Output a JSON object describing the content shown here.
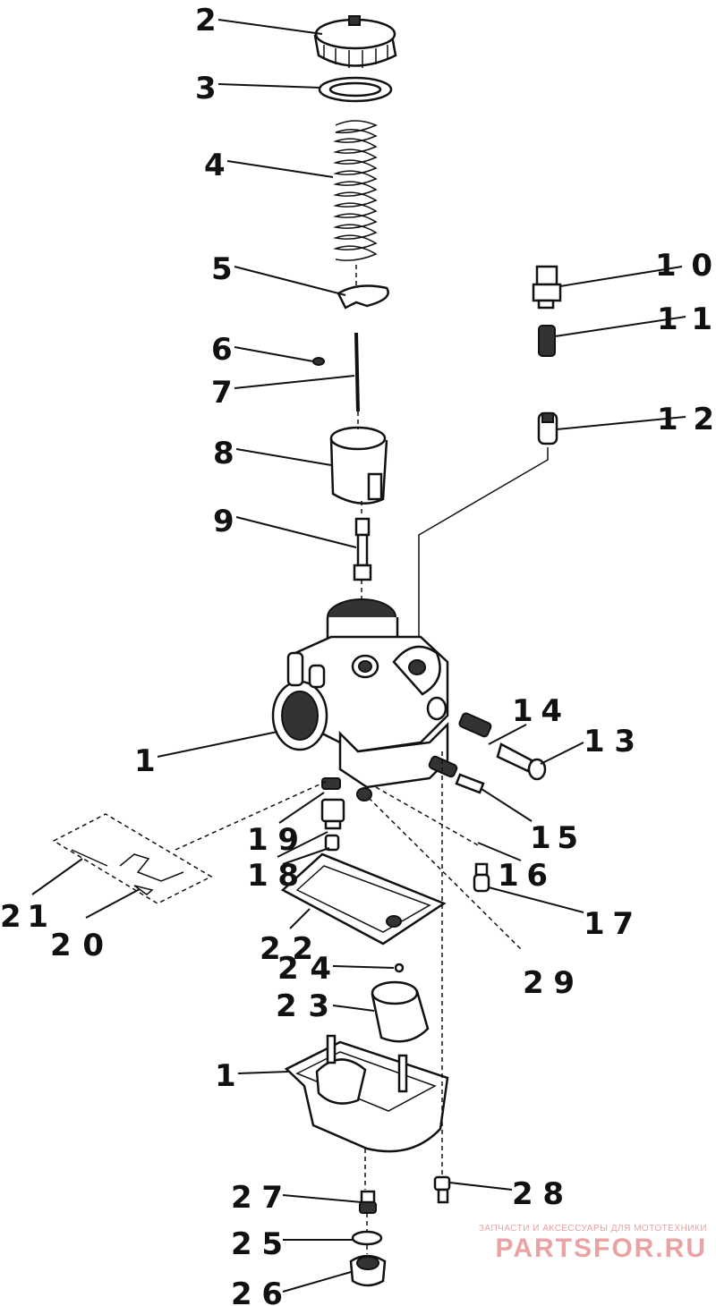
{
  "callouts": [
    "1",
    "2",
    "3",
    "4",
    "5",
    "6",
    "7",
    "8",
    "9",
    "10",
    "11",
    "12",
    "13",
    "14",
    "15",
    "16",
    "17",
    "18",
    "19",
    "20",
    "21",
    "22",
    "23",
    "24",
    "25",
    "26",
    "27",
    "28",
    "29"
  ],
  "callout_extra_1b": "1",
  "watermark": {
    "tagline": "ЗАПЧАСТИ И АКСЕССУАРЫ ДЛЯ МОТОТЕХНИКИ",
    "brand": "PARTSFOR.RU"
  }
}
